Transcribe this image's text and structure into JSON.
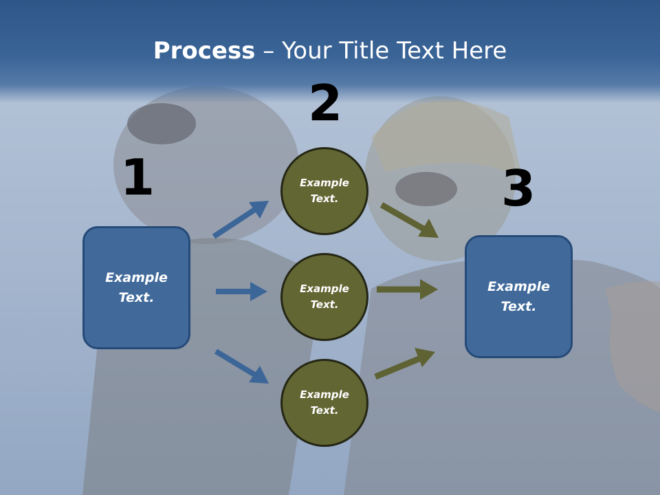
{
  "slide": {
    "title_bold": "Process",
    "title_rest": " – Your Title Text Here",
    "step_numbers": [
      "1",
      "2",
      "3"
    ],
    "left_box_text": [
      "Example",
      "Text."
    ],
    "right_box_text": [
      "Example",
      "Text."
    ],
    "circles": [
      {
        "line1": "Example",
        "line2": "Text."
      },
      {
        "line1": "Example",
        "line2": "Text."
      },
      {
        "line1": "Example",
        "line2": "Text."
      }
    ]
  },
  "colors": {
    "title_band": "#35608f",
    "box_fill": "#416a9b",
    "box_border": "#254a78",
    "circle_fill": "#626633",
    "circle_border": "#242614",
    "blue_arrow": "#3c6698",
    "olive_arrow": "#5f6233"
  }
}
